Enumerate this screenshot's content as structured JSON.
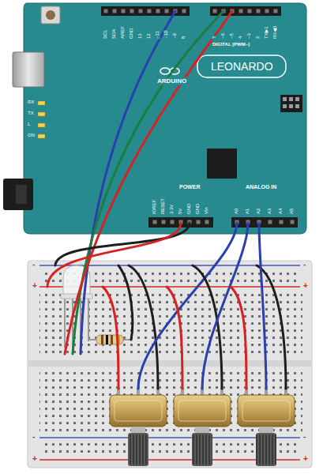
{
  "diagram": {
    "labels": [
      "SCL",
      "SDA",
      "AREF",
      "GND",
      "13",
      "12",
      "~11",
      "~10",
      "~9",
      "8",
      "7",
      "~6",
      "~5",
      "4",
      "~3",
      "2",
      "TX▶1",
      "RX◀0",
      "DIGITAL (PWM~)",
      "LEONARDO",
      "ARDUINO",
      "RX",
      "TX",
      "L",
      "ON",
      "IOREF",
      "RESET",
      "3.3V",
      "5V",
      "GND",
      "GND",
      "Vin",
      "POWER",
      "ANALOG IN",
      "A0",
      "A1",
      "A2",
      "A3",
      "A4",
      "A5",
      "-",
      "+",
      "-",
      "+",
      "-",
      "+",
      "-",
      "+"
    ]
  }
}
